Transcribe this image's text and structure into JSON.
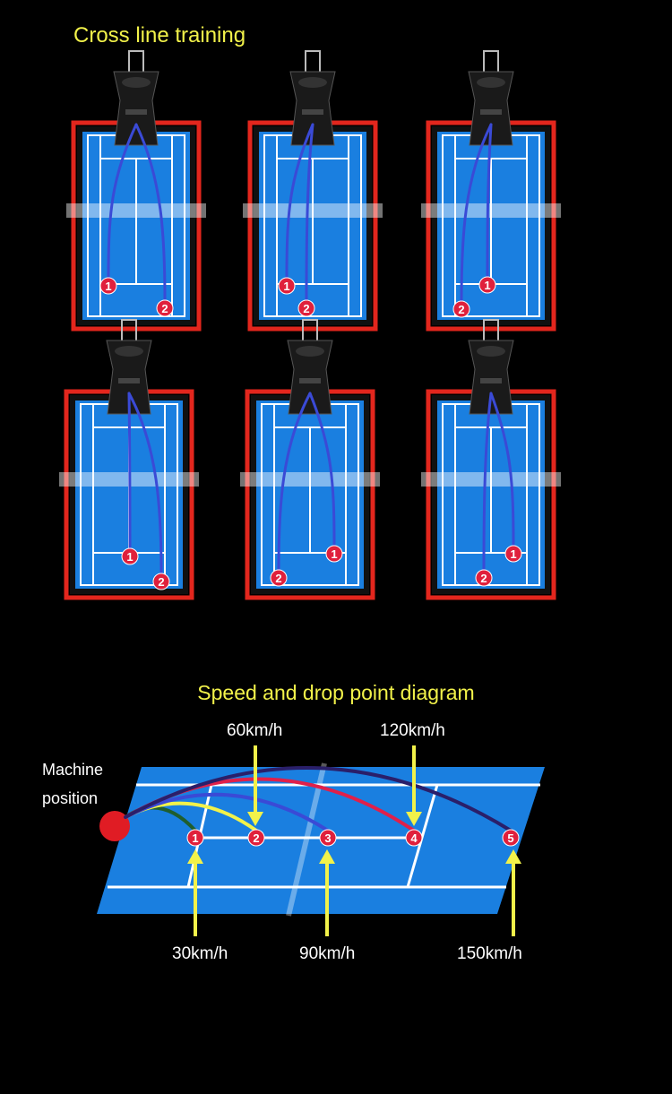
{
  "cross_line_title": "Cross line training",
  "speed_title": "Speed and drop point diagram",
  "machine_label": [
    "Machine",
    "position"
  ],
  "courts": [
    {
      "point1": "1",
      "point2": "2"
    },
    {
      "point1": "1",
      "point2": "2"
    },
    {
      "point1": "1",
      "point2": "2"
    },
    {
      "point1": "1",
      "point2": "2"
    },
    {
      "point1": "1",
      "point2": "2"
    },
    {
      "point1": "1",
      "point2": "2"
    }
  ],
  "drop_points": [
    {
      "num": "1",
      "speed": "30km/h",
      "color": "#1f5e2e"
    },
    {
      "num": "2",
      "speed": "60km/h",
      "color": "#f2f24a"
    },
    {
      "num": "3",
      "speed": "90km/h",
      "color": "#3a4ad6"
    },
    {
      "num": "4",
      "speed": "120km/h",
      "color": "#e0204a"
    },
    {
      "num": "5",
      "speed": "150km/h",
      "color": "#2a1f6a"
    }
  ],
  "colors": {
    "court": "#1a7fe0",
    "border_red": "#e3261d",
    "trajectory": "#3a4ad6",
    "marker": "#e0203c",
    "title": "#f2f24a"
  }
}
